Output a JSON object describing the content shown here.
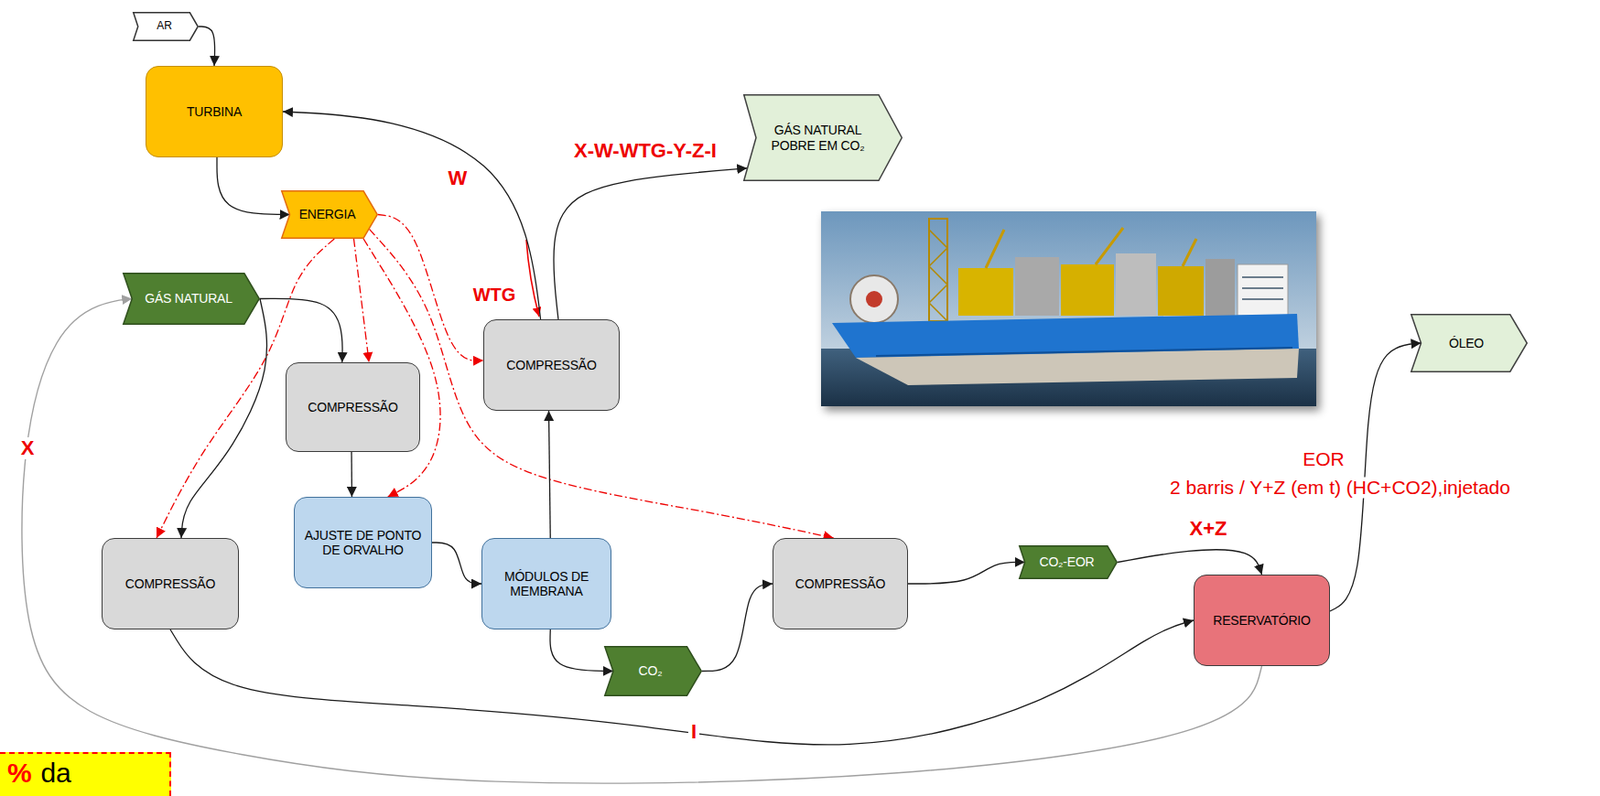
{
  "diagram": {
    "nodes": [
      {
        "text": [
          "AR"
        ]
      },
      {
        "text": [
          "TURBINA"
        ]
      },
      {
        "text": [
          "GÁS NATURAL POBRE EM CO₂"
        ]
      },
      {
        "text": [
          "ENERGIA"
        ]
      },
      {
        "text": [
          "GÁS NATURAL"
        ]
      },
      {
        "text": [
          "COMPRESSÃO"
        ]
      },
      {
        "text": [
          "ÓLEO"
        ]
      },
      {
        "text": [
          "COMPRESSÃO"
        ]
      },
      {
        "text": [
          "AJUSTE DE PONTO DE ORVALHO"
        ]
      },
      {
        "text": [
          "COMPRESSÃO"
        ]
      },
      {
        "text": [
          "MÓDULOS DE MEMBRANA"
        ]
      },
      {
        "text": [
          "COMPRESSÃO"
        ]
      },
      {
        "text": [
          "CO₂-EOR"
        ]
      },
      {
        "text": [
          "RESERVATÓRIO"
        ]
      },
      {
        "text": [
          "CO₂"
        ]
      },
      {
        "text": [
          "%",
          "da"
        ]
      }
    ],
    "edges": [
      {
        "from": 0,
        "to": 1,
        "arrow": "to"
      },
      {
        "from": 1,
        "to": 3,
        "arrow": "to"
      },
      {
        "from": 5,
        "to": 1,
        "label": "W",
        "arrow": "to"
      },
      {
        "from": 5,
        "to": 2,
        "label": "X-W-WTG-Y-Z-I",
        "arrow": "to"
      },
      {
        "from": 3,
        "to": 5,
        "arrow": "to"
      },
      {
        "from": 3,
        "to": 7,
        "arrow": "to"
      },
      {
        "from": 3,
        "to": 8,
        "arrow": "to"
      },
      {
        "from": 3,
        "to": 9,
        "arrow": "to"
      },
      {
        "from": 3,
        "to": 11,
        "arrow": "to"
      },
      {
        "from": 4,
        "to": 7,
        "arrow": "to"
      },
      {
        "from": 4,
        "to": 9,
        "arrow": "to"
      },
      {
        "from": 7,
        "to": 8,
        "arrow": "to"
      },
      {
        "from": 8,
        "to": 10,
        "arrow": "to"
      },
      {
        "from": 10,
        "to": 5,
        "arrow": "to"
      },
      {
        "from": 10,
        "to": 14,
        "arrow": "to"
      },
      {
        "from": 14,
        "to": 11,
        "arrow": "to"
      },
      {
        "from": 11,
        "to": 12,
        "arrow": "to"
      },
      {
        "from": 12,
        "to": 13,
        "label": "X+Z",
        "arrow": "to"
      },
      {
        "from": 9,
        "to": 13,
        "label": "I",
        "arrow": "to"
      },
      {
        "from": 13,
        "to": 6,
        "label": "EOR",
        "arrow": "to"
      },
      {
        "from": 13,
        "to": 4,
        "label": "X",
        "arrow": "to"
      }
    ],
    "labels": [
      "WTG",
      "2 barris / Y+Z (em t) (HC+CO2),injetado"
    ]
  }
}
